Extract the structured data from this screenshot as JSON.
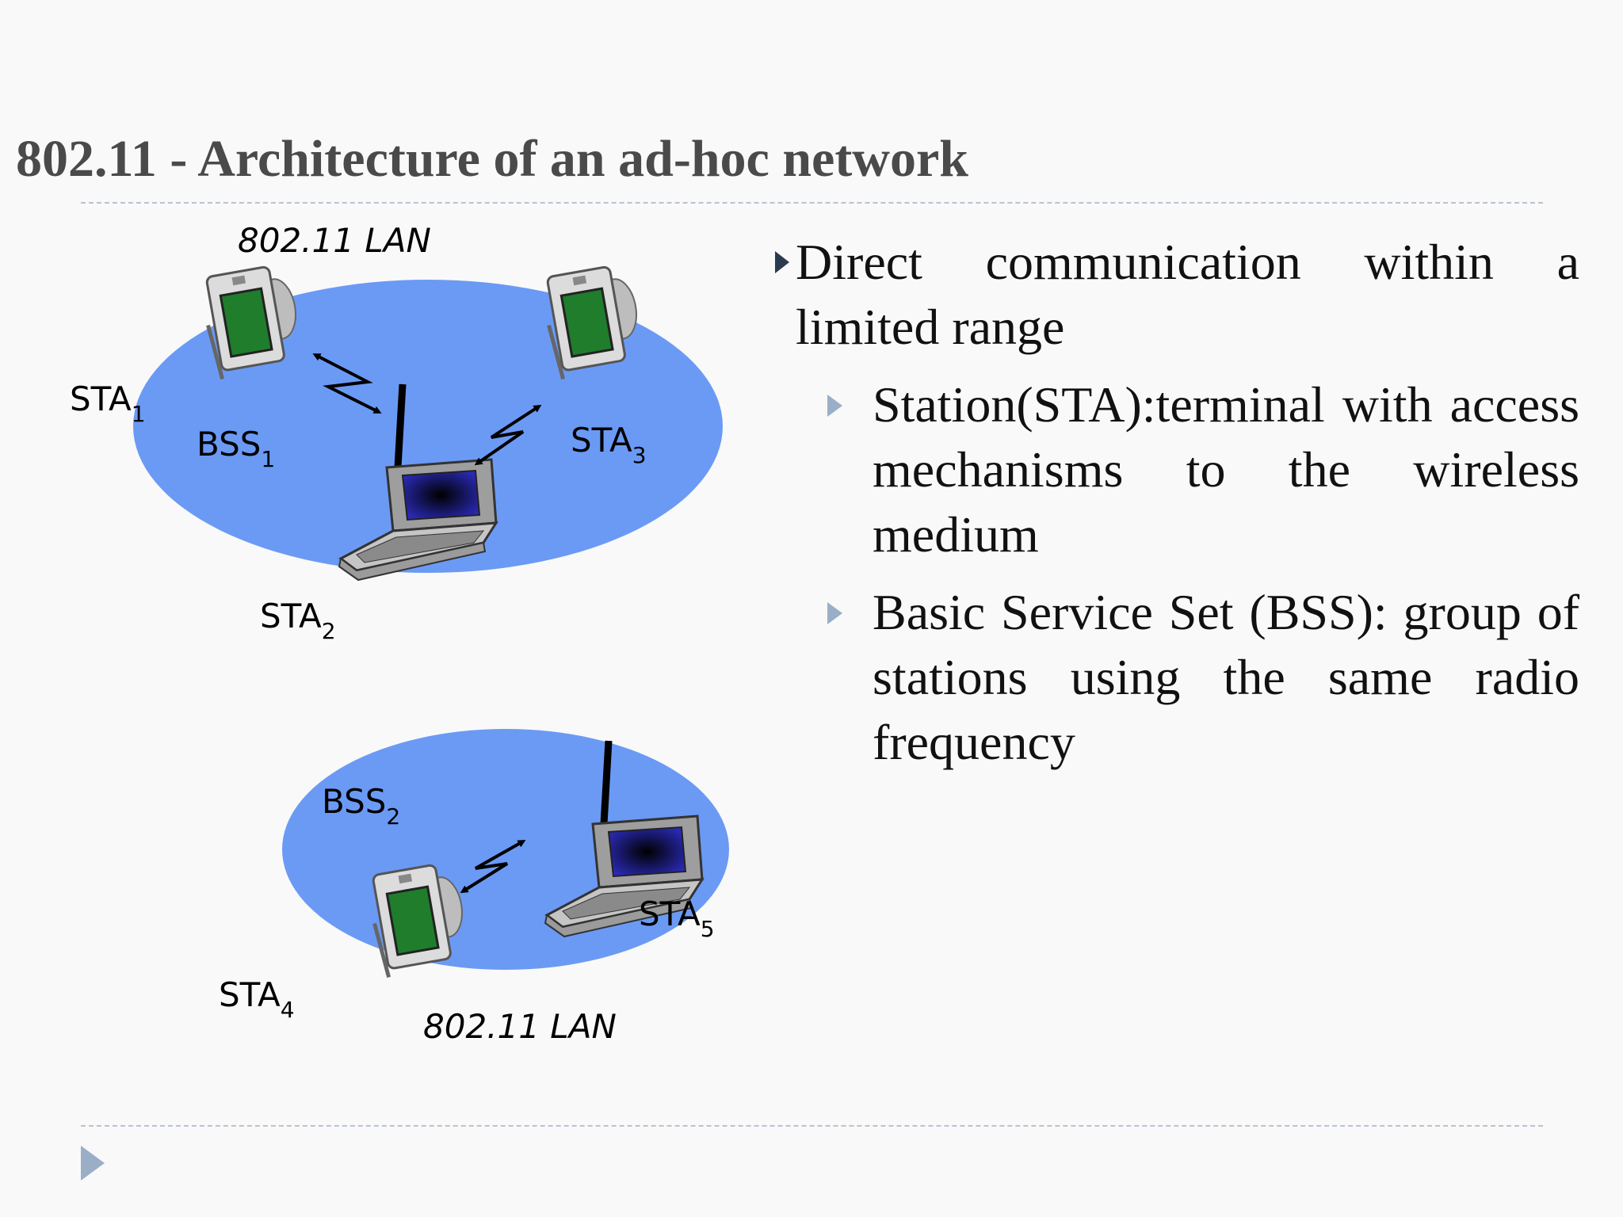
{
  "slide": {
    "title": "802.11 - Architecture of an ad-hoc network"
  },
  "diagram": {
    "lan_label_top": "802.11 LAN",
    "lan_label_bottom": "802.11 LAN",
    "sta1": {
      "base": "STA",
      "sub": "1"
    },
    "sta2": {
      "base": "STA",
      "sub": "2"
    },
    "sta3": {
      "base": "STA",
      "sub": "3"
    },
    "sta4": {
      "base": "STA",
      "sub": "4"
    },
    "sta5": {
      "base": "STA",
      "sub": "5"
    },
    "bss1": {
      "base": "BSS",
      "sub": "1"
    },
    "bss2": {
      "base": "BSS",
      "sub": "2"
    },
    "colors": {
      "ellipse": "#6b9af5",
      "pda_body": "#dcdcdc",
      "pda_screen": "#1f7d2c",
      "laptop_screen": "#16149a"
    }
  },
  "content": {
    "main_bullet": "Direct communication within a limited range",
    "sub_bullets": [
      "Station(STA):terminal with access mechanisms to the wireless medium",
      "Basic Service Set (BSS): group of stations using the same radio frequency"
    ]
  },
  "icons": {
    "bullet_main": "triangle-bullet-icon",
    "bullet_sub": "triangle-bullet-icon",
    "footer": "slide-nav-arrow-icon"
  }
}
